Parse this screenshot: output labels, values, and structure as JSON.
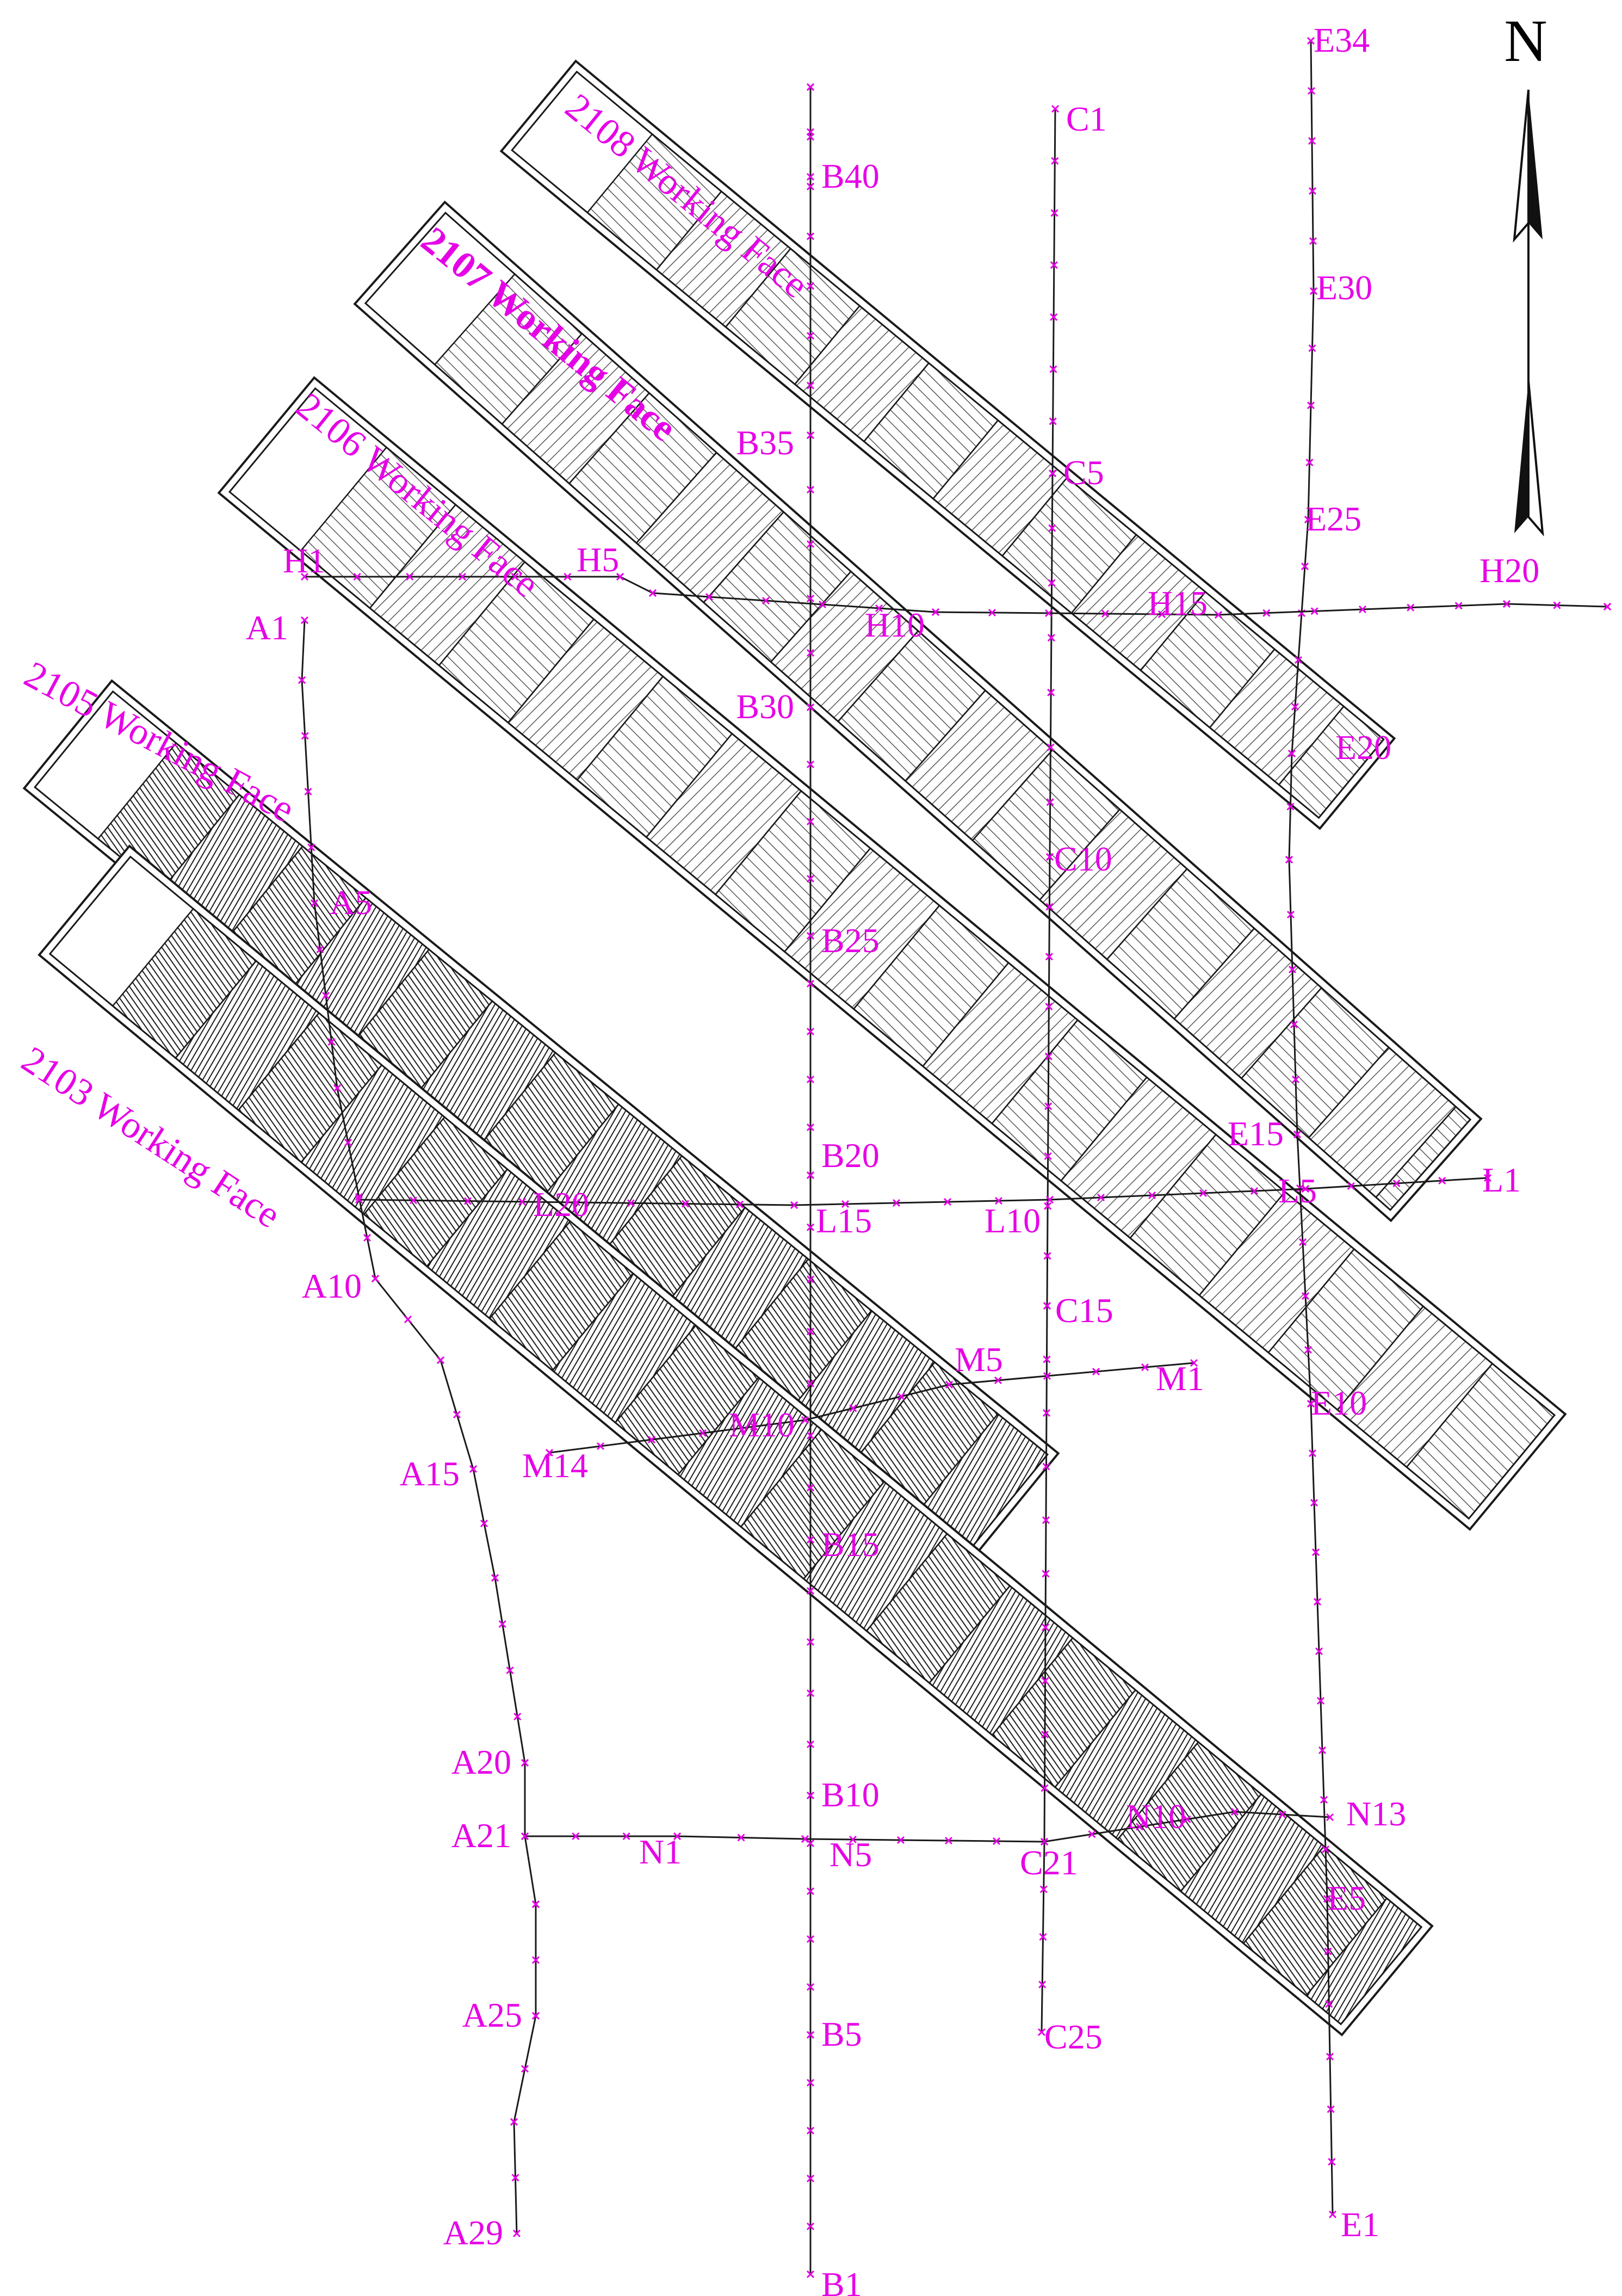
{
  "north_label": "N",
  "colors": {
    "label": "#e600e6",
    "line": "#1a1a1a",
    "marker": "#e600e6",
    "panel_light": "#6b6b6b",
    "panel_dark": "#222222"
  },
  "working_faces": [
    {
      "id": "2108",
      "label": "2108 Working Face",
      "bold": false
    },
    {
      "id": "2107",
      "label": "2107 Working Face",
      "bold": true
    },
    {
      "id": "2106",
      "label": "2106 Working Face",
      "bold": false
    },
    {
      "id": "2105",
      "label": "2105 Working Face",
      "bold": false
    },
    {
      "id": "2103",
      "label": "2103 Working Face",
      "bold": false
    }
  ],
  "survey_lines": [
    {
      "id": "A",
      "points": [
        "A1",
        "A5",
        "A10",
        "A15",
        "A20",
        "A21",
        "A25",
        "A29"
      ]
    },
    {
      "id": "B",
      "points": [
        "B1",
        "B5",
        "B10",
        "B15",
        "B20",
        "B25",
        "B30",
        "B35",
        "B40"
      ]
    },
    {
      "id": "C",
      "points": [
        "C1",
        "C5",
        "C10",
        "C15",
        "C21",
        "C25"
      ]
    },
    {
      "id": "E",
      "points": [
        "E1",
        "E5",
        "E10",
        "E15",
        "E20",
        "E25",
        "E30",
        "E34"
      ]
    },
    {
      "id": "H",
      "points": [
        "H1",
        "H5",
        "H10",
        "H15",
        "H20"
      ]
    },
    {
      "id": "L",
      "points": [
        "L1",
        "L5",
        "L10",
        "L15",
        "L20"
      ]
    },
    {
      "id": "M",
      "points": [
        "M1",
        "M5",
        "M10",
        "M14"
      ]
    },
    {
      "id": "N",
      "points": [
        "N1",
        "N5",
        "N10",
        "N13"
      ]
    }
  ]
}
